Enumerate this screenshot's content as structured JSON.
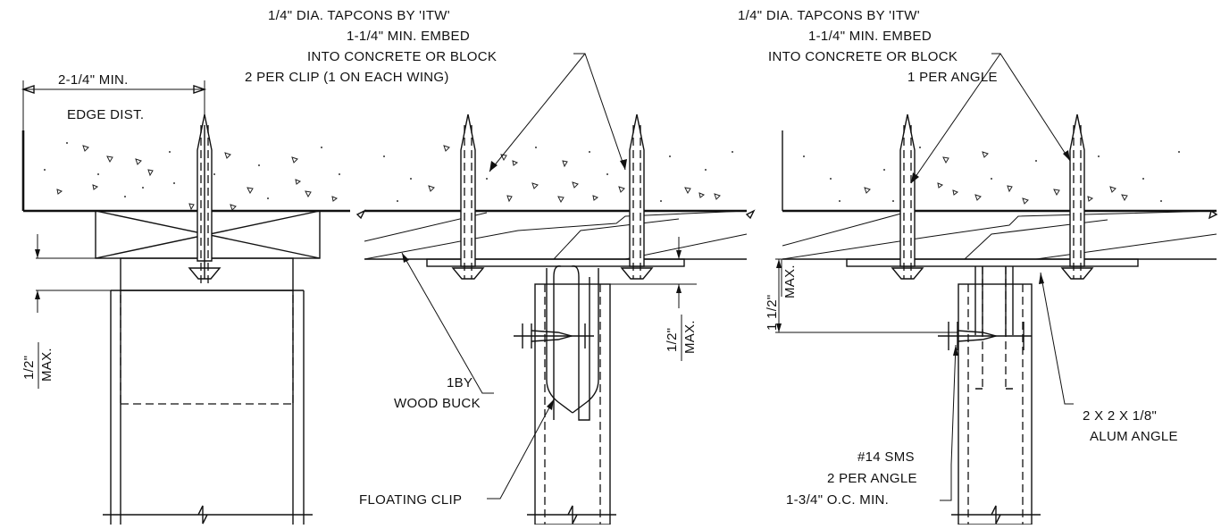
{
  "detail_left": {
    "edge_dim": "2-1/4\" MIN.",
    "edge_label": "EDGE DIST.",
    "gap_num": "1/2\"",
    "gap_den": "MAX."
  },
  "detail_mid": {
    "note_line1": "1/4\" DIA. TAPCONS BY 'ITW'",
    "note_line2": "1-1/4\" MIN. EMBED",
    "note_line3": "INTO CONCRETE OR BLOCK",
    "note_line4": "2 PER CLIP (1 ON EACH WING)",
    "gap_num": "1/2\"",
    "gap_den": "MAX.",
    "buck_line1": "1BY",
    "buck_line2": "WOOD BUCK",
    "clip_label": "FLOATING CLIP"
  },
  "detail_right": {
    "note_line1": "1/4\" DIA. TAPCONS BY 'ITW'",
    "note_line2": "1-1/4\" MIN. EMBED",
    "note_line3": "INTO CONCRETE OR BLOCK",
    "note_line4": "1 PER ANGLE",
    "gap_num": "1 1/2\"",
    "gap_den": "MAX.",
    "angle_line1": "2 X 2 X 1/8\"",
    "angle_line2": "ALUM ANGLE",
    "sms_line1": "#14 SMS",
    "sms_line2": "2 PER ANGLE",
    "sms_line3": "1-3/4\" O.C. MIN."
  }
}
